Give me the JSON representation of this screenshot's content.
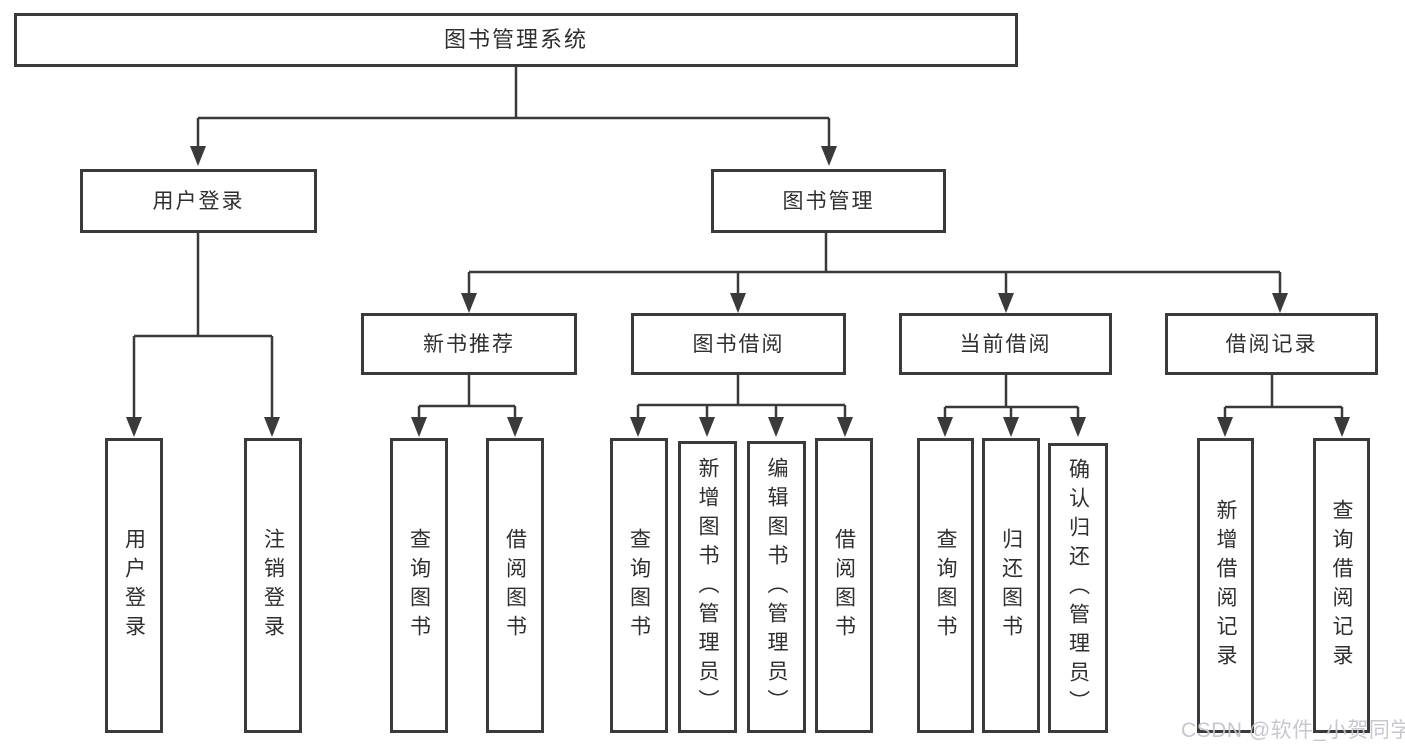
{
  "diagram": {
    "tree": {
      "label": "图书管理系统",
      "children": [
        {
          "label": "用户登录",
          "children": [
            {
              "label": "用户登录"
            },
            {
              "label": "注销登录"
            }
          ]
        },
        {
          "label": "图书管理",
          "children": [
            {
              "label": "新书推荐",
              "children": [
                {
                  "label": "查询图书"
                },
                {
                  "label": "借阅图书"
                }
              ]
            },
            {
              "label": "图书借阅",
              "children": [
                {
                  "label": "查询图书"
                },
                {
                  "label": "新增图书（管理员）"
                },
                {
                  "label": "编辑图书（管理员）"
                },
                {
                  "label": "借阅图书"
                }
              ]
            },
            {
              "label": "当前借阅",
              "children": [
                {
                  "label": "查询图书"
                },
                {
                  "label": "归还图书"
                },
                {
                  "label": "确认归还（管理员）"
                }
              ]
            },
            {
              "label": "借阅记录",
              "children": [
                {
                  "label": "新增借阅记录"
                },
                {
                  "label": "查询借阅记录"
                }
              ]
            }
          ]
        }
      ]
    },
    "colors": {
      "line": "#3a3a3a",
      "box_border": "#3a3a3a",
      "box_fill": "#ffffff",
      "text": "#2f2f2f",
      "watermark": "#c3c4ce"
    }
  },
  "watermark": "CSDN @软件_小贺同学"
}
